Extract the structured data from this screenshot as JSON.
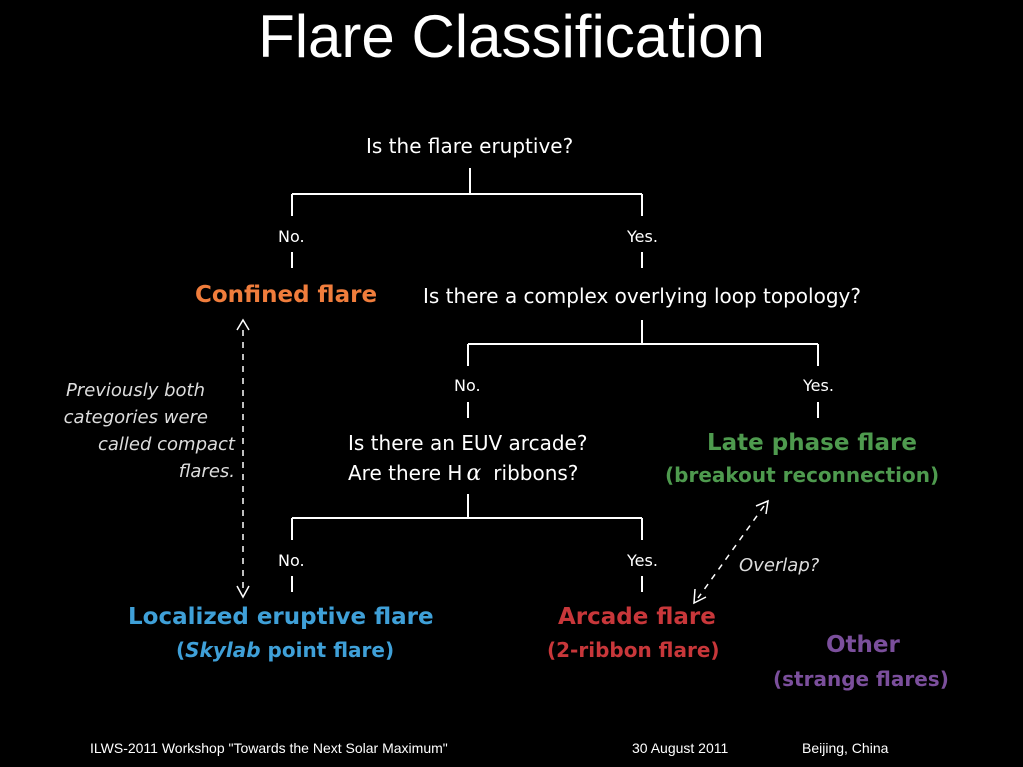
{
  "title": "Flare Classification",
  "questions": {
    "q1": "Is the flare eruptive?",
    "q2": "Is there a complex overlying loop topology?",
    "q3_line1": "Is there an EUV arcade?",
    "q3_line2_prefix": "Are there H",
    "q3_line2_greek": "α",
    "q3_line2_suffix": "ribbons?"
  },
  "branches": {
    "no": "No.",
    "yes": "Yes."
  },
  "outcomes": {
    "confined": {
      "label": "Confined flare",
      "color": "#f07d3c"
    },
    "late_phase": {
      "label": "Late phase flare",
      "sublabel": "(breakout reconnection)",
      "color": "#4e9a4e"
    },
    "localized": {
      "label": "Localized eruptive flare",
      "sub_open": "(",
      "sub_italic": "Skylab",
      "sub_rest": " point flare)",
      "color": "#3fa0d8"
    },
    "arcade": {
      "label": "Arcade flare",
      "sublabel": "(2-ribbon flare)",
      "color": "#c8373a"
    },
    "other": {
      "label": "Other",
      "sublabel": "(strange flares)",
      "color": "#7b4f9c"
    }
  },
  "annotations": {
    "compact_line1": "Previously both",
    "compact_line2": "categories were",
    "compact_line3": "called compact flares.",
    "overlap": "Overlap?"
  },
  "footer": {
    "workshop": "ILWS-2011 Workshop \"Towards the Next Solar Maximum\"",
    "date": "30  August  2011",
    "location": "Beijing, China"
  }
}
